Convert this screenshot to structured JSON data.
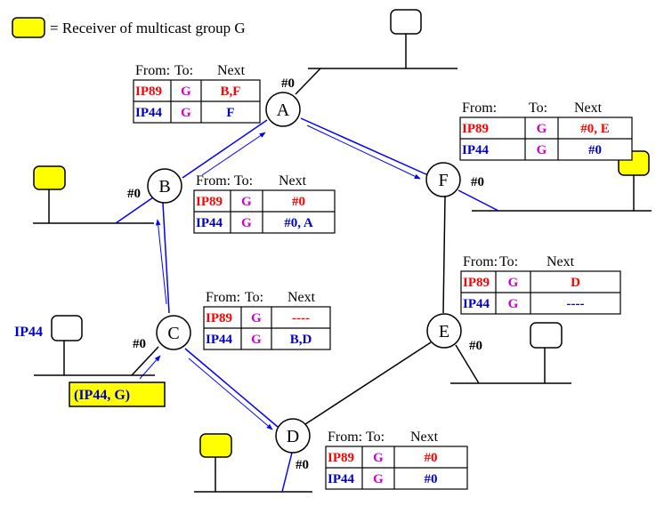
{
  "legend": {
    "text": "= Receiver of multicast group G",
    "box_color": "#ffff00"
  },
  "colors": {
    "ip89": "#ff0000",
    "ip44": "#0000cc",
    "group": "#cc00cc",
    "link_blue": "#0000ff"
  },
  "routers": {
    "A": "A",
    "B": "B",
    "C": "C",
    "D": "D",
    "E": "E",
    "F": "F"
  },
  "interface_label": "#0",
  "host_label_c": "IP44",
  "packet_label": "(IP44, G)",
  "table_header": {
    "from": "From:",
    "to": "To:",
    "next": "Next"
  },
  "tables": {
    "A": {
      "rows": [
        {
          "from": "IP89",
          "to": "G",
          "next": "B,F"
        },
        {
          "from": "IP44",
          "to": "G",
          "next": "F"
        }
      ]
    },
    "B": {
      "rows": [
        {
          "from": "IP89",
          "to": "G",
          "next": "#0"
        },
        {
          "from": "IP44",
          "to": "G",
          "next": "#0, A"
        }
      ]
    },
    "C": {
      "rows": [
        {
          "from": "IP89",
          "to": "G",
          "next": "----"
        },
        {
          "from": "IP44",
          "to": "G",
          "next": "B,D"
        }
      ]
    },
    "D": {
      "rows": [
        {
          "from": "IP89",
          "to": "G",
          "next": "#0"
        },
        {
          "from": "IP44",
          "to": "G",
          "next": "#0"
        }
      ]
    },
    "E": {
      "rows": [
        {
          "from": "IP89",
          "to": "G",
          "next": "D"
        },
        {
          "from": "IP44",
          "to": "G",
          "next": "----"
        }
      ]
    },
    "F": {
      "rows": [
        {
          "from": "IP89",
          "to": "G",
          "next": "#0, E"
        },
        {
          "from": "IP44",
          "to": "G",
          "next": "#0"
        }
      ]
    }
  }
}
